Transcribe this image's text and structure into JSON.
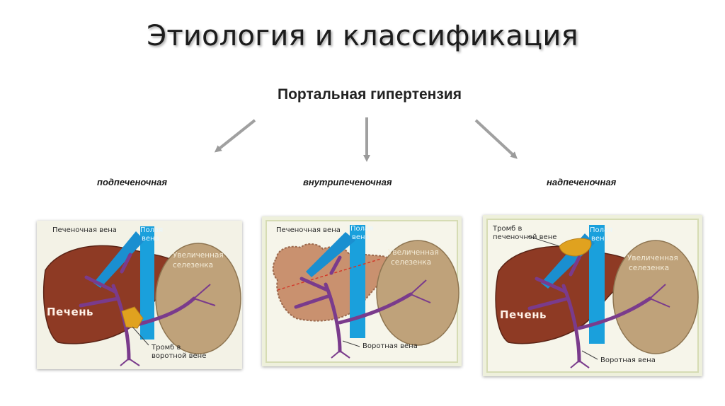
{
  "slide": {
    "title": "Этиология и классификация",
    "subtitle": "Портальная гипертензия"
  },
  "categories": [
    {
      "label": "подпеченочная"
    },
    {
      "label": "внутрипеченочная"
    },
    {
      "label": "надпеченочная"
    }
  ],
  "panels": [
    {
      "hepatic_vein": "Печеночная вена",
      "vena_cava_1": "Полая",
      "vena_cava_2": "вена",
      "spleen_1": "Увеличенная",
      "spleen_2": "селезенка",
      "liver": "Печень",
      "note_1": "Тромб в",
      "note_2": "воротной вене"
    },
    {
      "hepatic_vein": "Печеночная вена",
      "vena_cava_1": "Полая",
      "vena_cava_2": "вена",
      "spleen_1": "Увеличенная",
      "spleen_2": "селезенка",
      "portal_vein": "Воротная вена"
    },
    {
      "thrombus_1": "Тромб в",
      "thrombus_2": "печеночной вене",
      "vena_cava_1": "Полая",
      "vena_cava_2": "вена",
      "spleen_1": "Увеличенная",
      "spleen_2": "селезенка",
      "liver": "Печень",
      "portal_vein": "Воротная вена"
    }
  ],
  "colors": {
    "liver": "#8e3a24",
    "cirrhotic_liver": "#c9916f",
    "spleen": "#bfa27a",
    "vena_cava": "#1aa0dc",
    "portal_vein": "#7a3b8c",
    "thrombus": "#e0a21f"
  }
}
